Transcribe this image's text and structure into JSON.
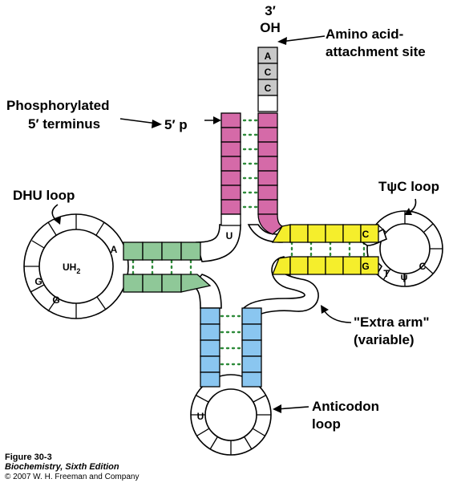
{
  "diagram": {
    "end_3prime": "3′",
    "end_3prime_group": "OH",
    "label_amino_line1": "Amino acid-",
    "label_amino_line2": "attachment site",
    "label_phos_line1": "Phosphorylated",
    "label_phos_line2": "5′ terminus",
    "label_5p": "5′ p",
    "label_dhu": "DHU loop",
    "label_tpsic": "TψC loop",
    "label_extra_line1": "\"Extra arm\"",
    "label_extra_line2": "(variable)",
    "label_anticodon_line1": "Anticodon",
    "label_anticodon_line2": "loop",
    "bases": {
      "acc": [
        "A",
        "C",
        "C"
      ],
      "uh2": "UH",
      "uh2_sub": "2",
      "dhu_a": "A",
      "dhu_g1": "G",
      "dhu_g2": "G",
      "u_junction": "U",
      "t_c_top": "C",
      "t_g": "G",
      "t_t": "T",
      "t_psi": "ψ",
      "t_c_loop": "C",
      "anticodon_u": "U"
    },
    "colors": {
      "acceptor_stem": "#d56aa8",
      "acc_end": "#c8c8c8",
      "dhu_stem": "#8fc898",
      "tpsic_stem": "#f5ee2c",
      "anticodon_stem": "#8ac6f0",
      "h_bonds": "#2e8b3a"
    }
  },
  "caption": {
    "figure": "Figure 30-3",
    "book": "Biochemistry, Sixth Edition",
    "copyright": "© 2007 W. H. Freeman and Company"
  }
}
